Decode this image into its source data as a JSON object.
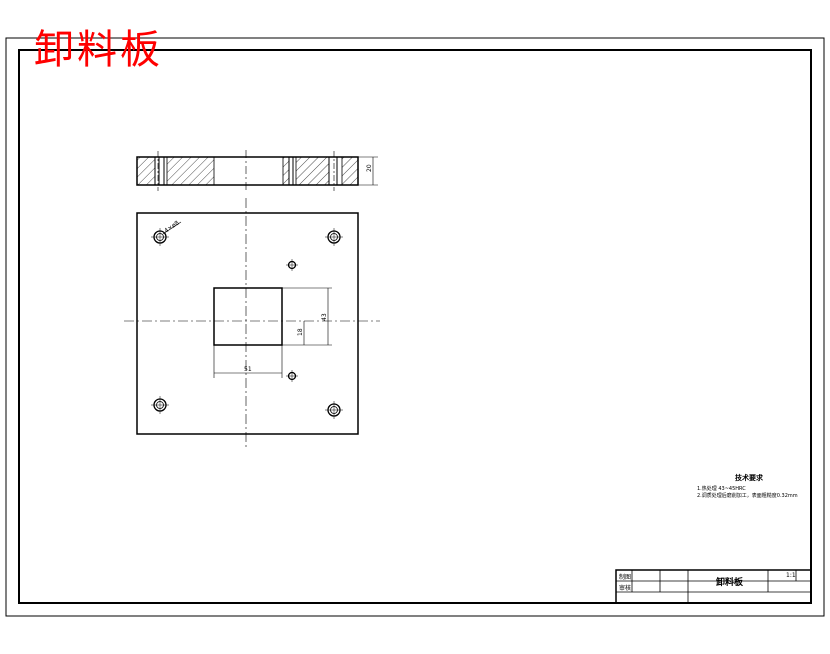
{
  "drawing": {
    "title": "卸料板",
    "title_color": "#ff0000",
    "line_color": "#000000"
  },
  "dimensions": {
    "thickness": "20",
    "chamfer": "4×ø8",
    "hole_height": "43",
    "hole_offset": "18",
    "hole_width": "51"
  },
  "technical_requirements": {
    "heading": "技术要求",
    "items": [
      "1.热处理 43~45HRC",
      "2.调质处理后磨削加工，表面粗糙度0.32mm"
    ]
  },
  "title_block": {
    "part_name": "卸料板",
    "scale": "1:1",
    "row_labels": [
      "制图",
      "审核"
    ]
  }
}
